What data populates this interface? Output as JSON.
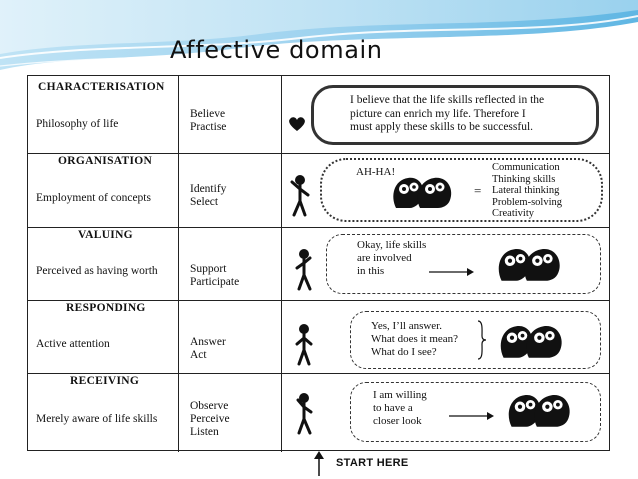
{
  "slide": {
    "title": "Affective domain"
  },
  "levels": [
    {
      "name": "CHARACTERISATION",
      "description": "Philosophy of life",
      "verbs": [
        "Believe",
        "Practise"
      ],
      "bubble_lines": [
        "I believe that the life skills reflected in the",
        "picture can enrich my life. Therefore I",
        "must apply these skills to be successful."
      ]
    },
    {
      "name": "ORGANISATION",
      "description": "Employment of concepts",
      "verbs": [
        "Identify",
        "Select"
      ],
      "bubble_lines": [
        "AH-HA!"
      ],
      "equals": "=",
      "skills": [
        "Communication",
        "Thinking skills",
        "Lateral thinking",
        "Problem-solving",
        "Creativity"
      ]
    },
    {
      "name": "VALUING",
      "description": "Perceived as having worth",
      "verbs": [
        "Support",
        "Participate"
      ],
      "bubble_lines": [
        "Okay, life skills",
        "are involved",
        "in this"
      ]
    },
    {
      "name": "RESPONDING",
      "description": "Active attention",
      "verbs": [
        "Answer",
        "Act"
      ],
      "bubble_lines": [
        "Yes, I’ll answer.",
        "What does it mean?",
        "What do I see?"
      ]
    },
    {
      "name": "RECEIVING",
      "description": "Merely aware of life skills",
      "verbs": [
        "Observe",
        "Perceive",
        "Listen"
      ],
      "bubble_lines": [
        "I am willing",
        "to have a",
        "closer look"
      ]
    }
  ],
  "footer": {
    "start_label": "START HERE"
  },
  "icons": [
    "heart-icon",
    "stick-figure-icon",
    "thinking-heads-icon",
    "arrow-right-icon",
    "arrow-up-icon"
  ]
}
